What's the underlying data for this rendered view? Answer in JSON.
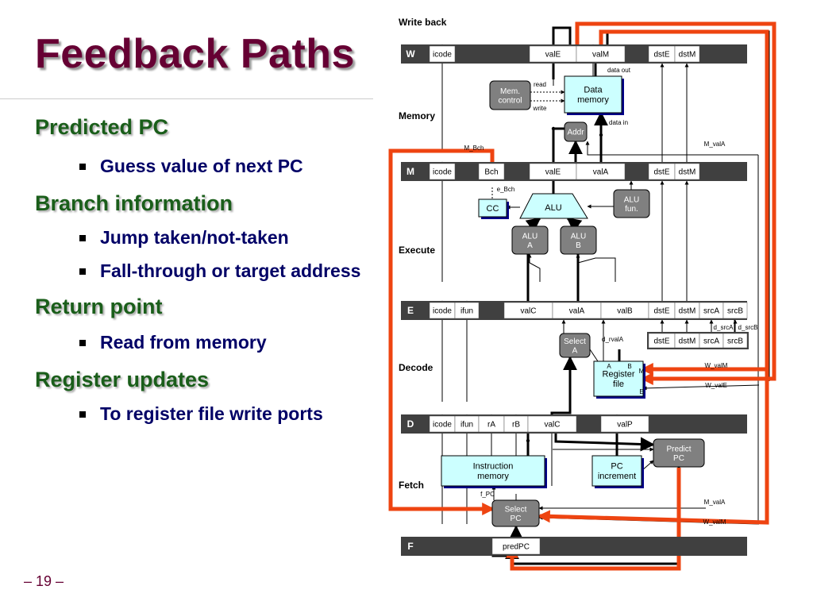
{
  "slide": {
    "title": "Feedback Paths",
    "page_number": "– 19 –",
    "bullets": [
      {
        "heading": "Predicted PC",
        "items": [
          "Guess value of next PC"
        ]
      },
      {
        "heading": "Branch information",
        "items": [
          "Jump taken/not-taken",
          "Fall-through or target address"
        ]
      },
      {
        "heading": "Return point",
        "items": [
          "Read from memory"
        ]
      },
      {
        "heading": "Register updates",
        "items": [
          "To register file write ports"
        ]
      }
    ]
  },
  "diagram": {
    "stage_labels": {
      "write_back": "Write back",
      "memory": "Memory",
      "execute": "Execute",
      "decode": "Decode",
      "fetch": "Fetch"
    },
    "registers": {
      "W": {
        "name": "W",
        "fields": [
          "icode",
          "valE",
          "valM",
          "dstE",
          "dstM"
        ]
      },
      "M": {
        "name": "M",
        "fields": [
          "icode",
          "Bch",
          "valE",
          "valA",
          "dstE",
          "dstM"
        ]
      },
      "E": {
        "name": "E",
        "fields": [
          "icode",
          "ifun",
          "valC",
          "valA",
          "valB",
          "dstE",
          "dstM",
          "srcA",
          "srcB"
        ]
      },
      "D": {
        "name": "D",
        "fields": [
          "icode",
          "ifun",
          "rA",
          "rB",
          "valC",
          "valP"
        ]
      },
      "F": {
        "name": "F",
        "fields": [
          "predPC"
        ]
      }
    },
    "blocks": {
      "mem_control": "Mem.\ncontrol",
      "data_memory": "Data\nmemory",
      "addr": "Addr",
      "cc": "CC",
      "alu": "ALU",
      "alu_fun": "ALU\nfun.",
      "alu_a": "ALU\nA",
      "alu_b": "ALU\nB",
      "select_a": "Select\nA",
      "register_file": "Register\nfile",
      "instruction_memory": "Instruction\nmemory",
      "pc_increment": "PC\nincrement",
      "predict_pc": "Predict\nPC",
      "select_pc": "Select\nPC",
      "decode_fields": [
        "dstE",
        "dstM",
        "srcA",
        "srcB"
      ]
    },
    "signals": {
      "data_out": "data out",
      "read": "read",
      "write": "write",
      "data_in": "data in",
      "m_bch": "M_Bch",
      "m_vala_mem": "M_valA",
      "e_bch": "e_Bch",
      "d_srca": "d_srcA",
      "d_srcb": "d_srcB",
      "d_rvala": "d_rvalA",
      "rf_port_a": "A",
      "rf_port_b": "B",
      "rf_port_m": "M",
      "rf_port_e": "E",
      "w_valm_decode": "W_valM",
      "w_vale_decode": "W_valE",
      "f_pc": "f_PC",
      "m_vala_fetch": "M_valA",
      "w_valm_fetch": "W_valM"
    },
    "colors": {
      "pipe_register": "#404040",
      "block_fill": "#ccffff",
      "control_fill": "#808080",
      "feedback_path": "#ee4411",
      "heading": "#660033",
      "bullet_heading": "#1a5e1a",
      "bullet_text": "#000066"
    }
  }
}
